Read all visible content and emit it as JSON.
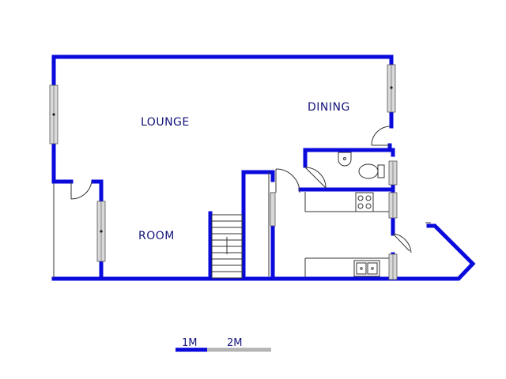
{
  "rooms": {
    "lounge": "LOUNGE",
    "dining": "DINING",
    "room": "ROOM"
  },
  "scale": {
    "label_1": "1M",
    "label_2": "2M"
  },
  "colors": {
    "wall": "#0a0adc",
    "label": "#12127a",
    "scale_bar_filled": "#0a0adc",
    "scale_bar_empty": "#b4b4b4"
  }
}
